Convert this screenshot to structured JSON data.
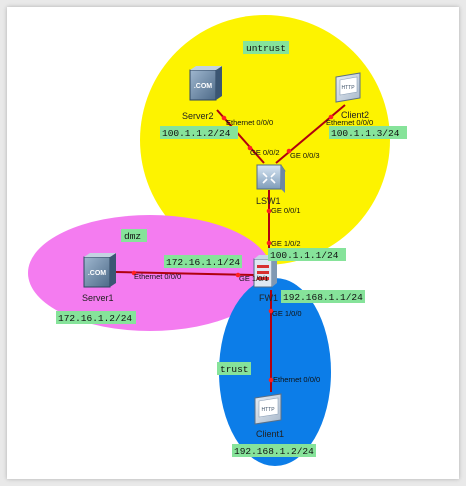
{
  "zones": {
    "untrust": "untrust",
    "dmz": "dmz",
    "trust": "trust"
  },
  "devices": {
    "server2": "Server2",
    "client2": "Client2",
    "lsw1": "LSW1",
    "fw1": "FW1",
    "server1": "Server1",
    "client1": "Client1"
  },
  "icon_text": {
    "com": ".COM",
    "http": "HTTP"
  },
  "ips": {
    "server2": "100.1.1.2/24",
    "client2": "100.1.1.3/24",
    "fw_untrust": "100.1.1.1/24",
    "fw_dmz": "172.16.1.1/24",
    "fw_trust": "192.168.1.1/24",
    "server1": "172.16.1.2/24",
    "client1": "192.168.1.2/24"
  },
  "ports": {
    "server2_eth": "Ethernet 0/0/0",
    "client2_eth": "Ethernet 0/0/0",
    "lsw_ge002": "GE 0/0/2",
    "lsw_ge003": "GE 0/0/3",
    "lsw_ge001": "GE 0/0/1",
    "fw_ge102": "GE 1/0/2",
    "server1_eth": "Ethernet 0/0/0",
    "fw_ge101": "GE 1/0/1",
    "fw_ge100": "GE 1/0/0",
    "client1_eth": "Ethernet 0/0/0"
  },
  "colors": {
    "untrust_zone": "#fdf300",
    "dmz_zone": "#f47cf0",
    "trust_zone": "#0c7de8",
    "zone_label_bg": "#86e39a",
    "link": "#b0000f",
    "port_dot": "#ff2020"
  }
}
